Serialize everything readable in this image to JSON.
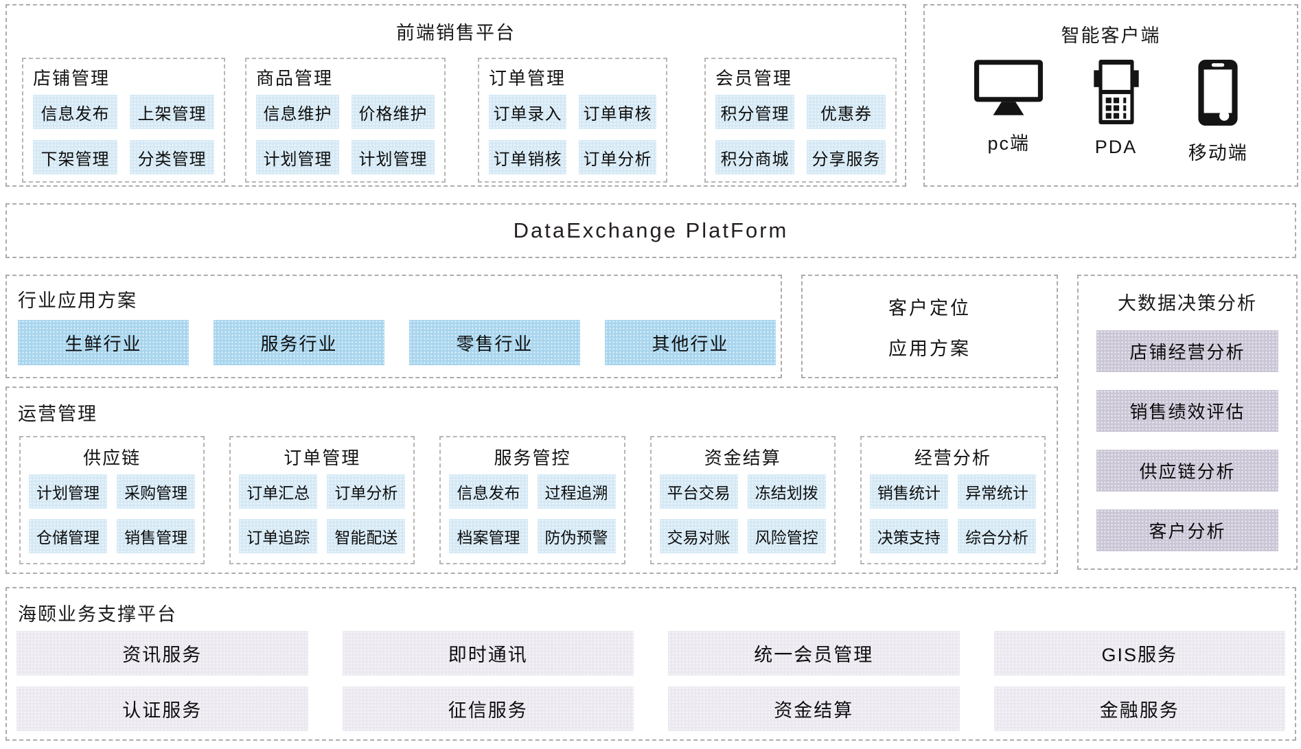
{
  "frontend": {
    "title": "前端销售平台",
    "groups": [
      {
        "title": "店铺管理",
        "items": [
          "信息发布",
          "上架管理",
          "下架管理",
          "分类管理"
        ]
      },
      {
        "title": "商品管理",
        "items": [
          "信息维护",
          "价格维护",
          "计划管理",
          "计划管理"
        ]
      },
      {
        "title": "订单管理",
        "items": [
          "订单录入",
          "订单审核",
          "订单销核",
          "订单分析"
        ]
      },
      {
        "title": "会员管理",
        "items": [
          "积分管理",
          "优惠券",
          "积分商城",
          "分享服务"
        ]
      }
    ]
  },
  "smart_client": {
    "title": "智能客户端",
    "devices": [
      {
        "icon": "desktop-icon",
        "label": "pc端"
      },
      {
        "icon": "pda-icon",
        "label": "PDA"
      },
      {
        "icon": "smartphone-icon",
        "label": "移动端"
      }
    ]
  },
  "data_exchange": {
    "title": "DataExchange PlatForm"
  },
  "industry": {
    "title": "行业应用方案",
    "items": [
      "生鲜行业",
      "服务行业",
      "零售行业",
      "其他行业"
    ]
  },
  "customer_positioning": {
    "line1": "客户定位",
    "line2": "应用方案"
  },
  "big_data": {
    "title": "大数据决策分析",
    "items": [
      "店铺经营分析",
      "销售绩效评估",
      "供应链分析",
      "客户分析"
    ]
  },
  "operations": {
    "title": "运营管理",
    "groups": [
      {
        "title": "供应链",
        "items": [
          "计划管理",
          "采购管理",
          "仓储管理",
          "销售管理"
        ]
      },
      {
        "title": "订单管理",
        "items": [
          "订单汇总",
          "订单分析",
          "订单追踪",
          "智能配送"
        ]
      },
      {
        "title": "服务管控",
        "items": [
          "信息发布",
          "过程追溯",
          "档案管理",
          "防伪预警"
        ]
      },
      {
        "title": "资金结算",
        "items": [
          "平台交易",
          "冻结划拨",
          "交易对账",
          "风险管控"
        ]
      },
      {
        "title": "经营分析",
        "items": [
          "销售统计",
          "异常统计",
          "决策支持",
          "综合分析"
        ]
      }
    ]
  },
  "support_platform": {
    "title": "海颐业务支撑平台",
    "services": [
      "资讯服务",
      "即时通讯",
      "统一会员管理",
      "GIS服务",
      "认证服务",
      "征信服务",
      "资金结算",
      "金融服务"
    ]
  },
  "colors": {
    "chip_blue": "#d5e9f5",
    "industry_blue": "#a8d5ee",
    "analysis_lavender": "#cbc6d6",
    "service_lavender": "#ebe8f0",
    "border_gray": "#aeacaa",
    "icon_black": "#141414"
  }
}
